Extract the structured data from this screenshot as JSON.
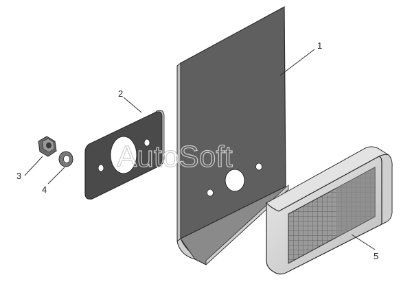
{
  "watermark": "AutoSoft",
  "callouts": [
    {
      "id": "1",
      "label": "1",
      "part": "bracket"
    },
    {
      "id": "2",
      "label": "2",
      "part": "gasket"
    },
    {
      "id": "3",
      "label": "3",
      "part": "nut"
    },
    {
      "id": "4",
      "label": "4",
      "part": "washer"
    },
    {
      "id": "5",
      "label": "5",
      "part": "lamp"
    }
  ],
  "colors": {
    "line": "#2a2a2a",
    "bracket_face": "#5f5f5f",
    "bracket_shelf": "#8a8a8a",
    "gasket": "#4a4a4a",
    "lamp_body": "#d9d9d9",
    "lamp_lens": "#8c8c8c",
    "background": "#ffffff"
  }
}
